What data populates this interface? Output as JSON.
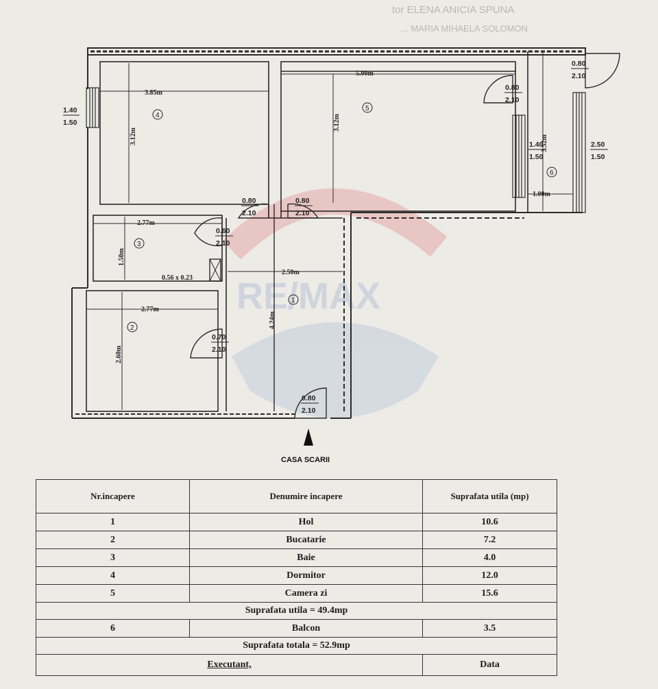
{
  "background_text": {
    "line1": "tor ELENA ANICIA SPUNA",
    "line2": "... MARIA MIHAELA SOLOMON"
  },
  "stair_label": "CASA SCARII",
  "watermark": "RE/MAX",
  "room_numbers": [
    "1",
    "2",
    "3",
    "4",
    "5",
    "6"
  ],
  "dimensions": {
    "room4_width": "3.85m",
    "room4_height": "3.12m",
    "room5_width": "5.00m",
    "room5_height": "3.12m",
    "room3_width": "2.77m",
    "room3_height": "1.50m",
    "room2_width": "2.77m",
    "room2_height": "2.60m",
    "hall_width": "2.50m",
    "hall_height": "4.24m",
    "balcony_height": "3.52m",
    "balcony_width": "1.00m",
    "vent": "0.56 x 0.23"
  },
  "openings": [
    {
      "w": "1.40",
      "h": "1.50"
    },
    {
      "w": "0.80",
      "h": "2.10"
    },
    {
      "w": "0.80",
      "h": "2.10"
    },
    {
      "w": "0.60",
      "h": "2.10"
    },
    {
      "w": "0.70",
      "h": "2.10"
    },
    {
      "w": "0.80",
      "h": "2.10"
    },
    {
      "w": "0.80",
      "h": "2.10"
    },
    {
      "w": "0.80",
      "h": "2.10"
    },
    {
      "w": "1.40",
      "h": "1.50"
    },
    {
      "w": "2.50",
      "h": "1.50"
    }
  ],
  "table": {
    "headers": {
      "nr": "Nr.incapere",
      "name": "Denumire incapere",
      "area": "Suprafata utila (mp)"
    },
    "rows": [
      {
        "nr": "1",
        "name": "Hol",
        "area": "10.6"
      },
      {
        "nr": "2",
        "name": "Bucatarie",
        "area": "7.2"
      },
      {
        "nr": "3",
        "name": "Baie",
        "area": "4.0"
      },
      {
        "nr": "4",
        "name": "Dormitor",
        "area": "12.0"
      },
      {
        "nr": "5",
        "name": "Camera zi",
        "area": "15.6"
      }
    ],
    "subtotal": "Suprafata utila = 49.4mp",
    "balcony_row": {
      "nr": "6",
      "name": "Balcon",
      "area": "3.5"
    },
    "total": "Suprafata totala = 52.9mp",
    "executant": "Executant,",
    "date": "Data"
  }
}
